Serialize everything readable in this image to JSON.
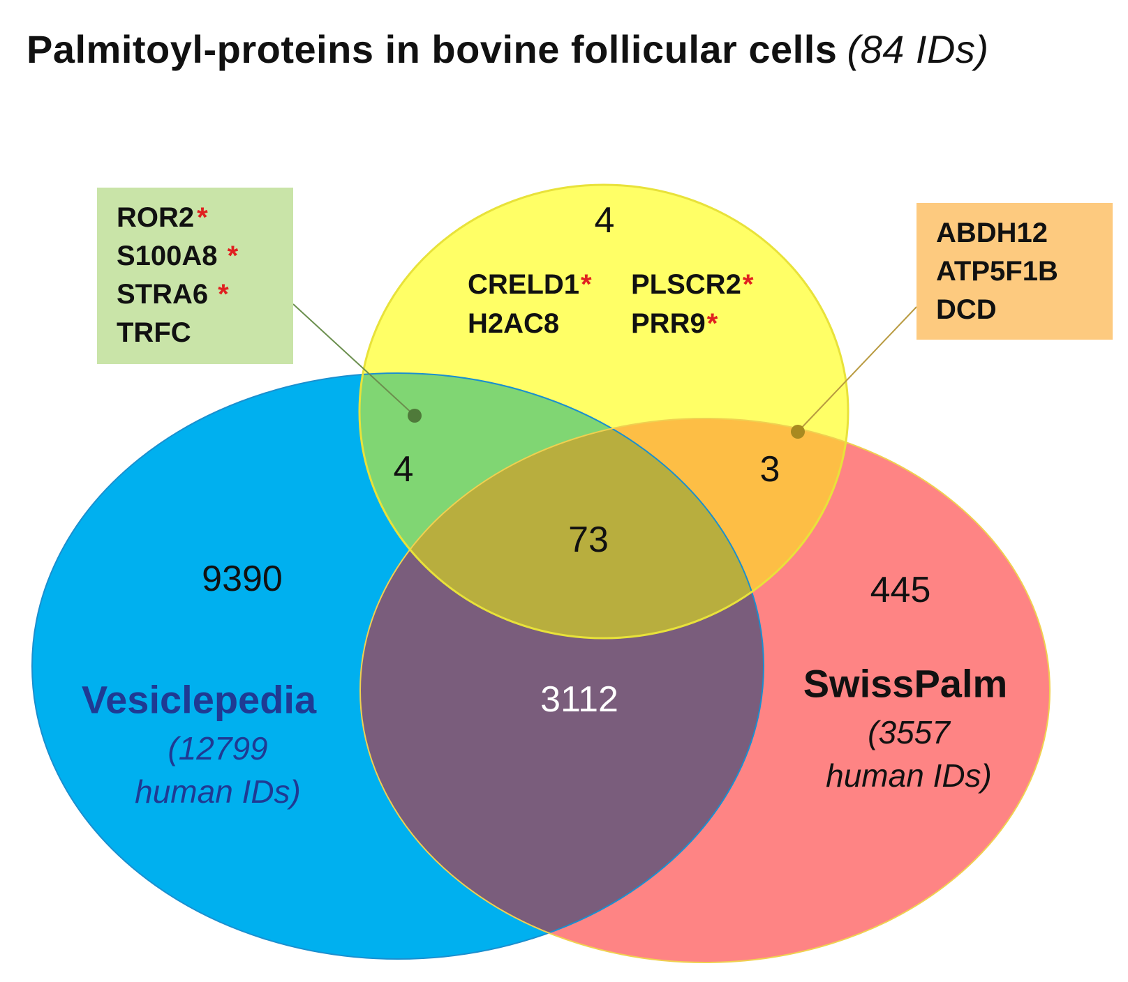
{
  "title": "Palmitoyl-proteins in bovine follicular cells",
  "subtitle": "(84 IDs)",
  "sets": {
    "vesiclepedia": {
      "name": "Vesiclepedia",
      "count_line1": "(12799",
      "count_line2": "human IDs)",
      "color": "#00b0ef",
      "label_color": "#1f3a93"
    },
    "swisspalm": {
      "name": "SwissPalm",
      "count_line1": "(3557",
      "count_line2": "human IDs)",
      "color": "#fe8484",
      "label_color": "#111111"
    },
    "bovine": {
      "color": "#ffff66"
    }
  },
  "regions": {
    "vesiclepedia_only": "9390",
    "swisspalm_only": "445",
    "bovine_only": "4",
    "vesiclepedia_bovine": "4",
    "swisspalm_bovine": "3",
    "vesiclepedia_swisspalm": "3112",
    "all_three": "73"
  },
  "callouts": {
    "left": {
      "color": "#c9e4a8",
      "genes": [
        {
          "name": "ROR2",
          "star": "*"
        },
        {
          "name": "S100A8",
          "star": "*"
        },
        {
          "name": "STRA6",
          "star": "*"
        },
        {
          "name": "TRFC",
          "star": ""
        }
      ]
    },
    "right": {
      "color": "#fdca7f",
      "genes": [
        {
          "name": "ABDH12",
          "star": ""
        },
        {
          "name": "ATP5F1B",
          "star": ""
        },
        {
          "name": "DCD",
          "star": ""
        }
      ]
    },
    "bovine_only_genes": {
      "col1": [
        {
          "name": "CRELD1",
          "star": "*"
        },
        {
          "name": "H2AC8",
          "star": ""
        }
      ],
      "col2": [
        {
          "name": "PLSCR2",
          "star": "*"
        },
        {
          "name": "PRR9",
          "star": "*"
        }
      ]
    }
  },
  "colors": {
    "green_overlap": "#80d673",
    "orange_overlap": "#fdbe45",
    "purple_overlap": "#7a5d7c",
    "center_overlap": "#b8ae3e",
    "star": "#e02020"
  }
}
